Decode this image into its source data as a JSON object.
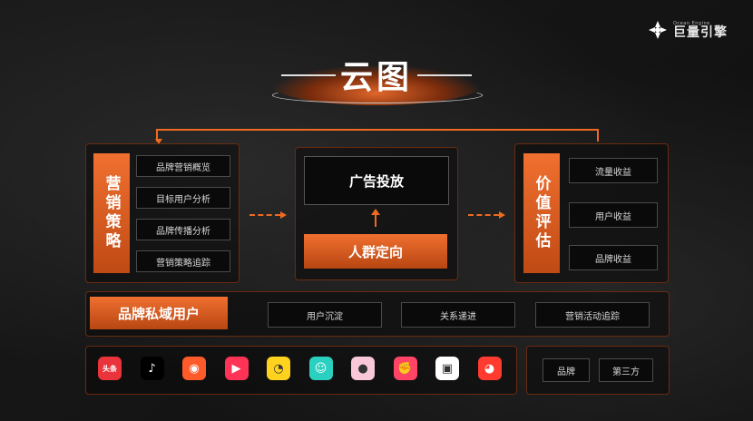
{
  "brand": {
    "small_text": "Ocean Engine",
    "name": "巨量引擎"
  },
  "title": "云图",
  "left": {
    "label": "营销策略",
    "items": [
      "品牌营销概览",
      "目标用户分析",
      "品牌传播分析",
      "营销策略追踪"
    ]
  },
  "center": {
    "ad": "广告投放",
    "crowd": "人群定向"
  },
  "right": {
    "label": "价值评估",
    "items": [
      "流量收益",
      "用户收益",
      "品牌收益"
    ]
  },
  "private": {
    "label": "品牌私域用户",
    "items": [
      "用户沉淀",
      "关系递进",
      "营销活动追踪"
    ]
  },
  "sources": {
    "items": [
      "品牌",
      "第三方"
    ]
  },
  "apps": [
    {
      "icon": "toutiao-icon",
      "color": "#e8343a",
      "glyph": "头条"
    },
    {
      "icon": "douyin-icon",
      "color": "#000000",
      "glyph": "♪"
    },
    {
      "icon": "huoshan-icon",
      "color": "#ff5a2a",
      "glyph": "◉"
    },
    {
      "icon": "xigua-icon",
      "color": "#ff3355",
      "glyph": "▶"
    },
    {
      "icon": "dongchedi-icon",
      "color": "#ffd21e",
      "glyph": "◔"
    },
    {
      "icon": "pipixia-icon",
      "color": "#2ad1c0",
      "glyph": "☺"
    },
    {
      "icon": "qingyan-icon",
      "color": "#f8c8d8",
      "glyph": "●"
    },
    {
      "icon": "fist-app-icon",
      "color": "#ff4466",
      "glyph": "✊"
    },
    {
      "icon": "jianying-icon",
      "color": "#ffffff",
      "glyph": "▣"
    },
    {
      "icon": "red-app-icon",
      "color": "#ff3b30",
      "glyph": "◕"
    }
  ]
}
